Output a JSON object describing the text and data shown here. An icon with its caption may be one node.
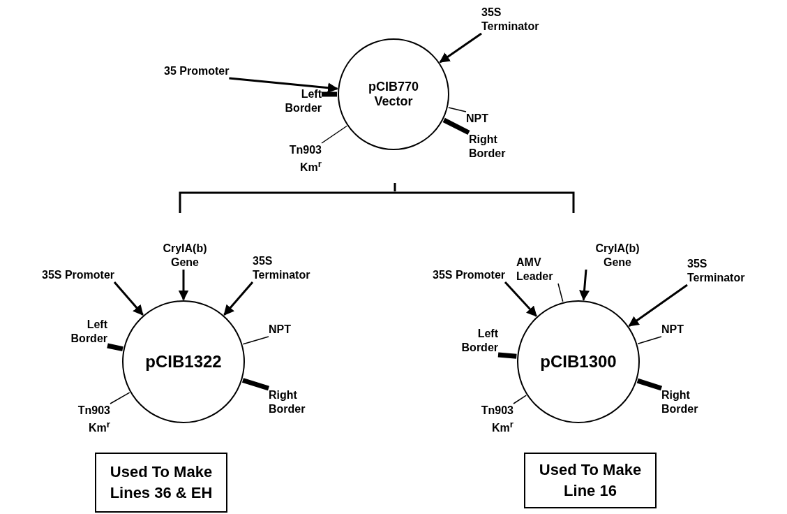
{
  "diagram": {
    "nodes": [
      {
        "text": [
          "pCIB770 Vector"
        ]
      },
      {
        "text": [
          "35 Promoter"
        ]
      },
      {
        "text": [
          "35S Terminator"
        ]
      },
      {
        "text": [
          "Left Border"
        ]
      },
      {
        "text": [
          "NPT"
        ]
      },
      {
        "text": [
          "Right Border"
        ]
      },
      {
        "text": [
          "Tn903 Km$^{r}$"
        ]
      },
      {
        "text": [
          "pCIB1322"
        ]
      },
      {
        "text": [
          "35S Promoter"
        ]
      },
      {
        "text": [
          "CryIA(b) Gene"
        ]
      },
      {
        "text": [
          "35S Terminator"
        ]
      },
      {
        "text": [
          "Left Border"
        ]
      },
      {
        "text": [
          "NPT"
        ]
      },
      {
        "text": [
          "Right Border"
        ]
      },
      {
        "text": [
          "Tn903 Km$^{r}$"
        ]
      },
      {
        "text": [
          "pCIB1300"
        ]
      },
      {
        "text": [
          "35S Promoter"
        ]
      },
      {
        "text": [
          "AMV Leader"
        ]
      },
      {
        "text": [
          "CryIA(b) Gene"
        ]
      },
      {
        "text": [
          "35S Terminator"
        ]
      },
      {
        "text": [
          "Left Border"
        ]
      },
      {
        "text": [
          "NPT"
        ]
      },
      {
        "text": [
          "Right Border"
        ]
      },
      {
        "text": [
          "Tn903 Km$^{r}$"
        ]
      },
      {
        "text": [
          "Used To Make Lines 36 & EH"
        ]
      },
      {
        "text": [
          "Used To Make Line 16"
        ]
      }
    ],
    "edges": [
      {
        "from": 1,
        "to": 0,
        "arrow": "to"
      },
      {
        "from": 2,
        "to": 0,
        "arrow": "to"
      },
      {
        "from": 3,
        "to": 0,
        "arrow": "none",
        "style": "thick"
      },
      {
        "from": 4,
        "to": 0,
        "arrow": "none"
      },
      {
        "from": 5,
        "to": 0,
        "arrow": "none",
        "style": "thick"
      },
      {
        "from": 6,
        "to": 0,
        "arrow": "none"
      },
      {
        "from": 8,
        "to": 7,
        "arrow": "to"
      },
      {
        "from": 9,
        "to": 7,
        "arrow": "to"
      },
      {
        "from": 10,
        "to": 7,
        "arrow": "to"
      },
      {
        "from": 11,
        "to": 7,
        "arrow": "none",
        "style": "thick"
      },
      {
        "from": 12,
        "to": 7,
        "arrow": "none"
      },
      {
        "from": 13,
        "to": 7,
        "arrow": "none",
        "style": "thick"
      },
      {
        "from": 14,
        "to": 7,
        "arrow": "none"
      },
      {
        "from": 16,
        "to": 15,
        "arrow": "to"
      },
      {
        "from": 17,
        "to": 15,
        "arrow": "none"
      },
      {
        "from": 18,
        "to": 15,
        "arrow": "to"
      },
      {
        "from": 19,
        "to": 15,
        "arrow": "to"
      },
      {
        "from": 20,
        "to": 15,
        "arrow": "none",
        "style": "thick"
      },
      {
        "from": 21,
        "to": 15,
        "arrow": "none"
      },
      {
        "from": 22,
        "to": 15,
        "arrow": "none",
        "style": "thick"
      },
      {
        "from": 23,
        "to": 15,
        "arrow": "none"
      }
    ]
  }
}
